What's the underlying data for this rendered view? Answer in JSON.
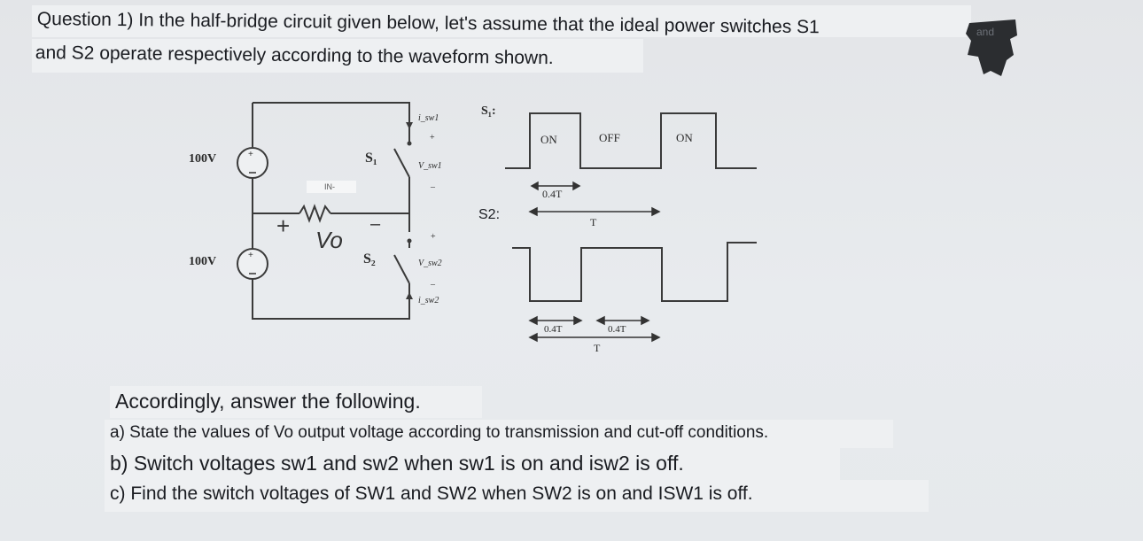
{
  "question": {
    "line1": "Question 1) In the half-bridge circuit given below, let's assume that the ideal power switches S1",
    "line1_tail": "and",
    "line2": "and S2 operate respectively according to the waveform shown."
  },
  "circuit": {
    "source_top": "100V",
    "source_bottom": "100V",
    "s1": "S₁",
    "s2": "S₂",
    "isw1": "i_sw1",
    "vsw1": "V_sw1",
    "vsw2": "V_sw2",
    "isw2": "i_sw2",
    "plus": "+",
    "minus": "–",
    "in_label": "IN-",
    "hand_plus": "+",
    "hand_vo": "Vo",
    "hand_minus": "–"
  },
  "waveforms": {
    "s1_label": "S₁:",
    "s2_label": "S2:",
    "on1": "ON",
    "off": "OFF",
    "on2": "ON",
    "t_top": "0.4T",
    "period_top": "T",
    "t_bot_left": "0.4T",
    "t_bot_right": "0.4T",
    "period_bot": "T"
  },
  "answers": {
    "heading": "Accordingly, answer the following.",
    "a": "a) State the values of Vo output voltage according to transmission and cut-off conditions.",
    "b": "b) Switch voltages sw1 and sw2 when sw1 is on and isw2 is off.",
    "c": "c) Find the switch voltages of SW1 and SW2 when SW2 is on and ISW1 is off."
  }
}
